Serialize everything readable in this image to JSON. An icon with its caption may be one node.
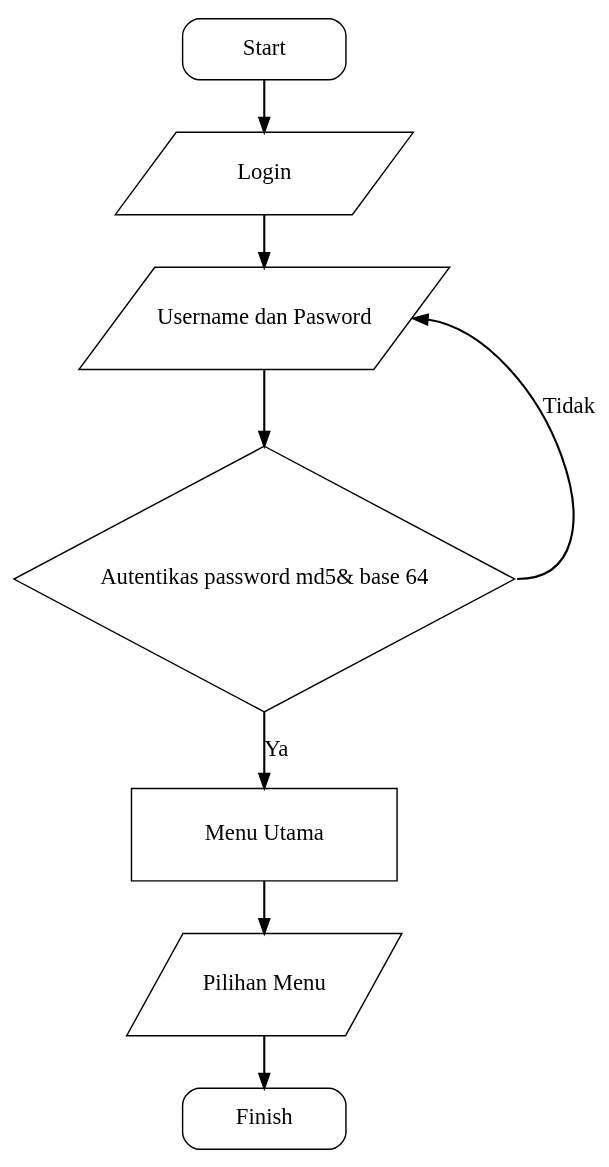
{
  "diagram": {
    "nodes": [
      {
        "text": [
          "Start"
        ]
      },
      {
        "text": [
          "Login"
        ]
      },
      {
        "text": [
          "Username dan Pasword"
        ]
      },
      {
        "text": [
          "Autentikas password md5& base 64"
        ]
      },
      {
        "text": [
          "Menu Utama"
        ]
      },
      {
        "text": [
          "Pilihan Menu"
        ]
      },
      {
        "text": [
          "Finish"
        ]
      }
    ],
    "edges": [
      {
        "from": 0,
        "to": 1,
        "arrow": "to"
      },
      {
        "from": 1,
        "to": 2,
        "arrow": "to"
      },
      {
        "from": 2,
        "to": 3,
        "arrow": "to"
      },
      {
        "from": 3,
        "to": 2,
        "arrow": "to",
        "label": "Tidak"
      },
      {
        "from": 3,
        "to": 4,
        "arrow": "to",
        "label": "Ya"
      },
      {
        "from": 4,
        "to": 5,
        "arrow": "to"
      },
      {
        "from": 5,
        "to": 6,
        "arrow": "to"
      }
    ]
  }
}
